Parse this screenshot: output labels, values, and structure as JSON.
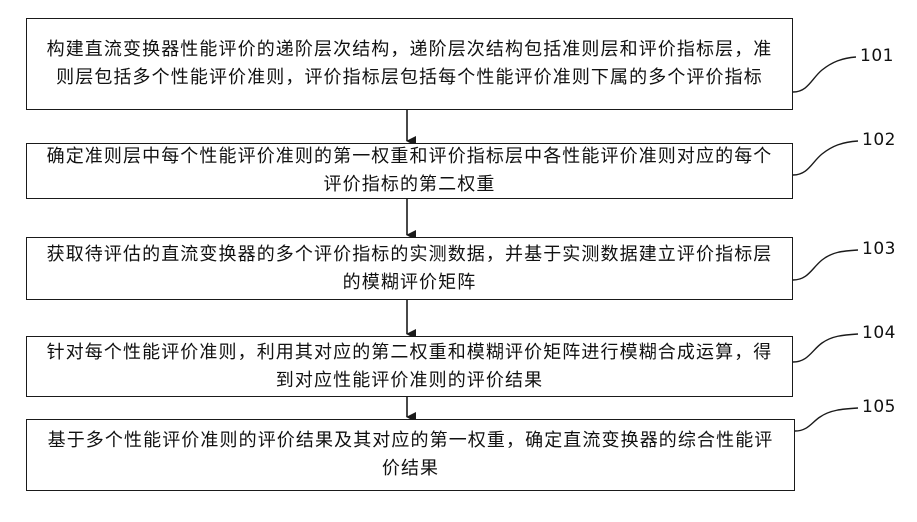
{
  "steps": [
    {
      "id": "101",
      "text": "构建直流变换器性能评价的递阶层次结构，递阶层次结构包括准则层和评价指标层，准则层包括多个性能评价准则，评价指标层包括每个性能评价准则下属的多个评价指标"
    },
    {
      "id": "102",
      "text": "确定准则层中每个性能评价准则的第一权重和评价指标层中各性能评价准则对应的每个评价指标的第二权重"
    },
    {
      "id": "103",
      "text": "获取待评估的直流变换器的多个评价指标的实测数据，并基于实测数据建立评价指标层的模糊评价矩阵"
    },
    {
      "id": "104",
      "text": "针对每个性能评价准则，利用其对应的第二权重和模糊评价矩阵进行模糊合成运算，得到对应性能评价准则的评价结果"
    },
    {
      "id": "105",
      "text": "基于多个性能评价准则的评价结果及其对应的第一权重，确定直流变换器的综合性能评价结果"
    }
  ]
}
